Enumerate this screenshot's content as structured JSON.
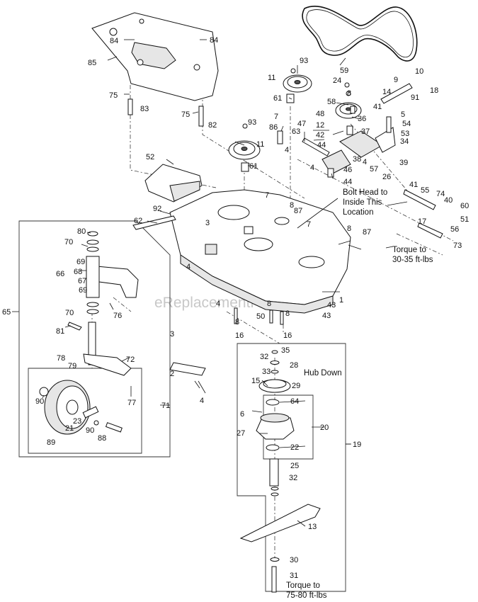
{
  "watermark": "eReplacementParts.com",
  "callouts": {
    "c1": "1",
    "c2": "2",
    "c3": "3",
    "c3b": "3",
    "c4a": "4",
    "c4b": "4",
    "c4c": "4",
    "c4d": "4",
    "c4e": "4",
    "c4f": "4",
    "c5": "5",
    "c6": "6",
    "c7a": "7",
    "c7b": "7",
    "c7c": "7",
    "c8a": "8",
    "c8b": "8",
    "c8c": "8",
    "c8d": "8",
    "c8e": "8",
    "c8f": "8",
    "c9": "9",
    "c10": "10",
    "c11a": "11",
    "c11b": "11",
    "c12": "12",
    "c13": "13",
    "c14": "14",
    "c15": "15",
    "c16a": "16",
    "c16b": "16",
    "c17": "17",
    "c18": "18",
    "c19": "19",
    "c20": "20",
    "c21": "21",
    "c22": "22",
    "c23": "23",
    "c24": "24",
    "c25": "25",
    "c26": "26",
    "c27": "27",
    "c28": "28",
    "c29": "29",
    "c30": "30",
    "c31": "31",
    "c32a": "32",
    "c32b": "32",
    "c33": "33",
    "c34": "34",
    "c35": "35",
    "c36": "36",
    "c37": "37",
    "c38": "38",
    "c39": "39",
    "c40": "40",
    "c41a": "41",
    "c41b": "41",
    "c42": "42",
    "c43a": "43",
    "c43b": "43",
    "c44a": "44",
    "c44b": "44",
    "c46": "46",
    "c47": "47",
    "c48": "48",
    "c50": "50",
    "c51": "51",
    "c52": "52",
    "c53": "53",
    "c54": "54",
    "c55": "55",
    "c56": "56",
    "c57": "57",
    "c58": "58",
    "c59": "59",
    "c60": "60",
    "c61a": "61",
    "c61b": "61",
    "c62": "62",
    "c63": "63",
    "c64": "64",
    "c65": "65",
    "c66": "66",
    "c67": "67",
    "c68": "68",
    "c69a": "69",
    "c69b": "69",
    "c70a": "70",
    "c70b": "70",
    "c71": "71",
    "c72": "72",
    "c73": "73",
    "c74": "74",
    "c75a": "75",
    "c75b": "75",
    "c76": "76",
    "c77": "77",
    "c78": "78",
    "c79": "79",
    "c80": "80",
    "c81": "81",
    "c82": "82",
    "c83": "83",
    "c84a": "84",
    "c84b": "84",
    "c85": "85",
    "c86": "86",
    "c87a": "87",
    "c87b": "87",
    "c88": "88",
    "c89": "89",
    "c90a": "90",
    "c90b": "90",
    "c91": "91",
    "c92": "92",
    "c93a": "93",
    "c93b": "93"
  },
  "notes": {
    "bolt_head": [
      "Bolt Head to",
      "Inside This",
      "Location"
    ],
    "torque_deck": [
      "Torque to",
      "30-35 ft-lbs"
    ],
    "hub_down": "Hub Down",
    "torque_blade": [
      "Torque to",
      "75-80 ft-lbs"
    ]
  }
}
